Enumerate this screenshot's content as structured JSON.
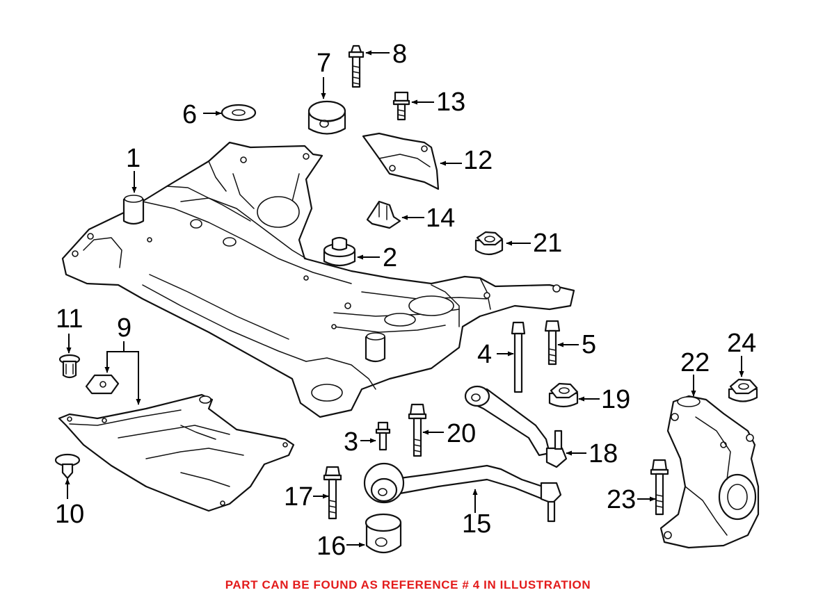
{
  "colors": {
    "line": "#111111",
    "footnote": "#e31b1b",
    "background": "#ffffff"
  },
  "callouts": {
    "c1": "1",
    "c2": "2",
    "c3": "3",
    "c4": "4",
    "c5": "5",
    "c6": "6",
    "c7": "7",
    "c8": "8",
    "c9": "9",
    "c10": "10",
    "c11": "11",
    "c12": "12",
    "c13": "13",
    "c14": "14",
    "c15": "15",
    "c16": "16",
    "c17": "17",
    "c18": "18",
    "c19": "19",
    "c20": "20",
    "c21": "21",
    "c22": "22",
    "c23": "23",
    "c24": "24"
  },
  "footnote": "PART CAN BE FOUND AS REFERENCE # 4 IN ILLUSTRATION"
}
